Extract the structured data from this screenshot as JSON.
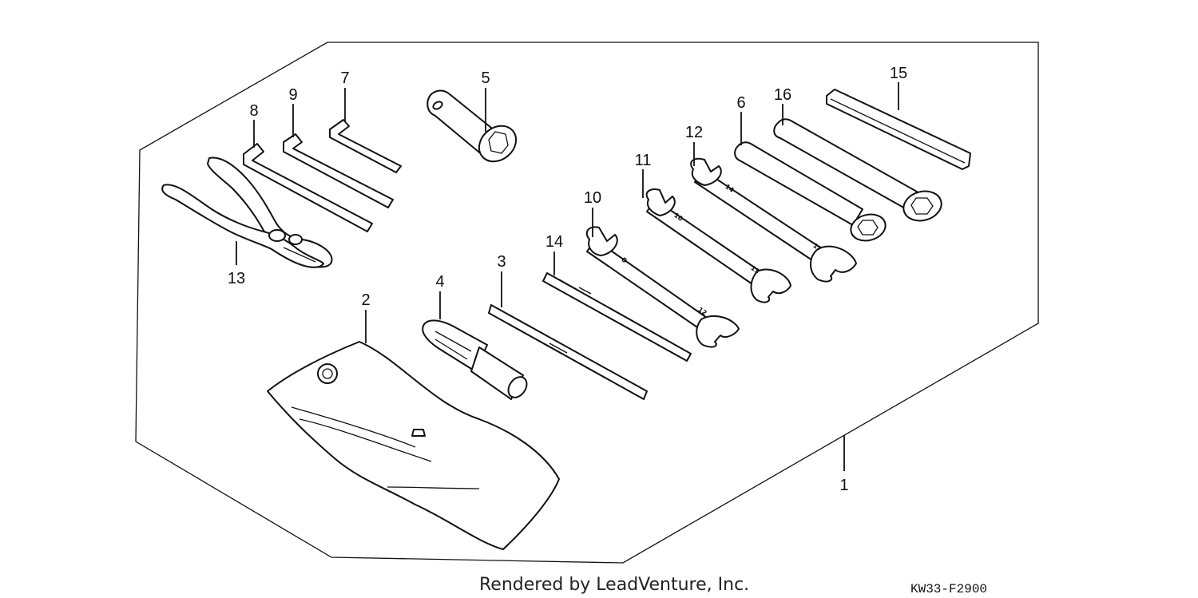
{
  "diagram": {
    "callouts": [
      "1",
      "2",
      "3",
      "4",
      "5",
      "6",
      "7",
      "8",
      "9",
      "10",
      "11",
      "12",
      "13",
      "14",
      "15",
      "16"
    ],
    "wrench_sizes": [
      "8",
      "12",
      "10",
      "13",
      "14",
      "17"
    ],
    "credit": "Rendered by LeadVenture, Inc.",
    "figure_code": "KW33-F2900"
  }
}
